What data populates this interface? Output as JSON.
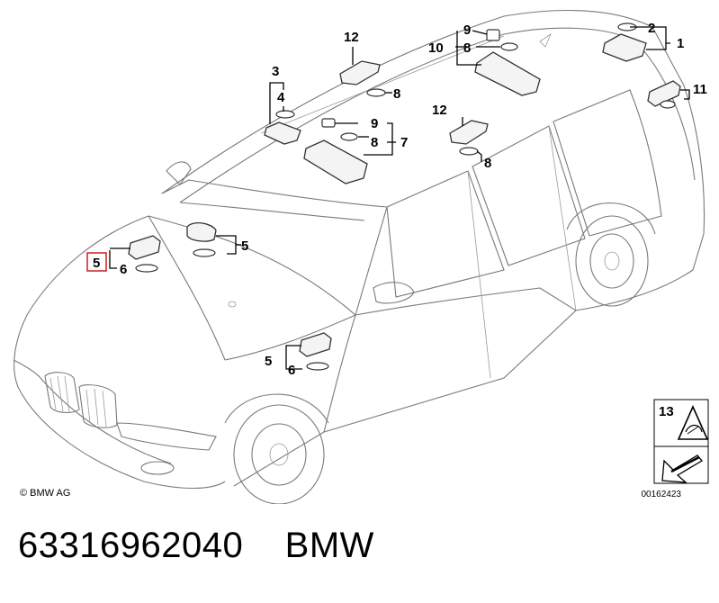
{
  "callouts": {
    "c1": "1",
    "c2": "2",
    "c3": "3",
    "c4": "4",
    "c5_left": "5",
    "c6_left": "6",
    "c5_mid": "5",
    "c5_door": "5",
    "c6_door": "6",
    "c7": "7",
    "c8_front": "8",
    "c9_front": "9",
    "c8_a": "8",
    "c8_b": "8",
    "c9_top": "9",
    "c8_top": "8",
    "c10": "10",
    "c11": "11",
    "c12_front": "12",
    "c12_rear": "12",
    "c13": "13"
  },
  "highlight_color": "#d12c2c",
  "copyright": "© BMW AG",
  "catalog_number": "00162423",
  "footer": {
    "part_number": "63316962040",
    "brand": "BMW"
  }
}
